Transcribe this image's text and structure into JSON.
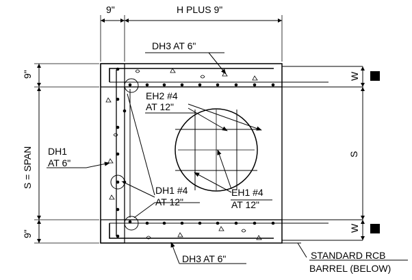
{
  "dimensions": {
    "left_width": "9\"",
    "top_width": "H PLUS 9\"",
    "top_slab": "9\"",
    "bottom_slab": "9\"",
    "span": "S = SPAN",
    "right_span": "S",
    "wall_top": "W",
    "wall_bottom": "W"
  },
  "labels": {
    "dh3_top": "DH3 AT 6\"",
    "dh3_bottom": "DH3 AT 6\"",
    "eh2_line1": "EH2 #4",
    "eh2_line2": "AT 12\"",
    "dh1_line1": "DH1",
    "dh1_line2": "AT 6\"",
    "dh1n4_line1": "DH1 #4",
    "dh1n4_line2": "AT 12\"",
    "eh1_line1": "EH1 #4",
    "eh1_line2": "AT 12\"",
    "barrel_line1": "STANDARD RCB",
    "barrel_line2": "BARREL (BELOW)"
  }
}
